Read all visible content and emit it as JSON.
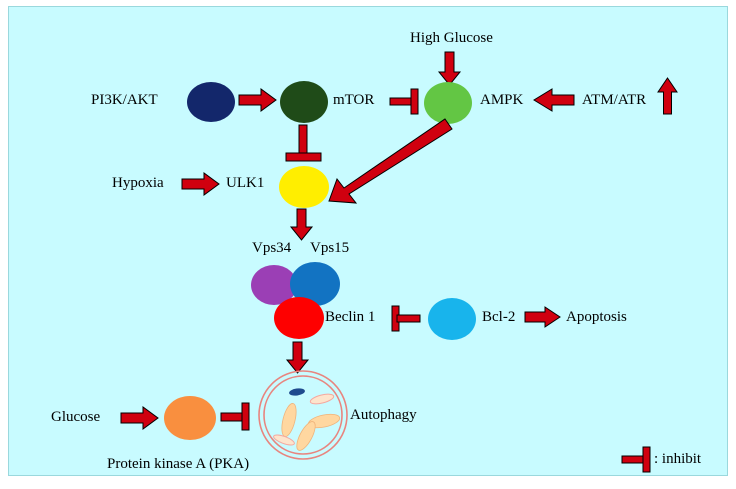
{
  "figure": {
    "background_color": "#c8fbff",
    "title": "",
    "legend": {
      "symbol_name": "inhibit-symbol",
      "text": ": inhibit"
    }
  },
  "nodes": [
    {
      "id": "pi3k_akt",
      "label": "PI3K/AKT",
      "shape": "none",
      "color": ""
    },
    {
      "id": "pi3k_node",
      "label": "",
      "shape": "ellipse",
      "color": "#13276b"
    },
    {
      "id": "mtor",
      "label": "mTOR",
      "shape": "ellipse",
      "color": "#1f4b18"
    },
    {
      "id": "high_glucose",
      "label": "High Glucose",
      "shape": "none",
      "color": ""
    },
    {
      "id": "ampk",
      "label": "AMPK",
      "shape": "ellipse",
      "color": "#63c644"
    },
    {
      "id": "atm_atr",
      "label": "ATM/ATR",
      "shape": "none",
      "color": ""
    },
    {
      "id": "hypoxia",
      "label": "Hypoxia",
      "shape": "none",
      "color": ""
    },
    {
      "id": "ulk1",
      "label": "ULK1",
      "shape": "ellipse",
      "color": "#ffee00"
    },
    {
      "id": "vps34",
      "label": "Vps34",
      "shape": "ellipse",
      "color": "#9b3fb5"
    },
    {
      "id": "vps15",
      "label": "Vps15",
      "shape": "ellipse",
      "color": "#1273c2"
    },
    {
      "id": "beclin1",
      "label": "Beclin 1",
      "shape": "ellipse",
      "color": "#fe0000"
    },
    {
      "id": "bcl2",
      "label": "Bcl-2",
      "shape": "ellipse",
      "color": "#18b4ec"
    },
    {
      "id": "apoptosis",
      "label": "Apoptosis",
      "shape": "none",
      "color": ""
    },
    {
      "id": "glucose",
      "label": "Glucose",
      "shape": "none",
      "color": ""
    },
    {
      "id": "pka",
      "label": "Protein kinase A (PKA)",
      "shape": "ellipse",
      "color": "#f98f3f"
    },
    {
      "id": "autophagy",
      "label": "Autophagy",
      "shape": "autophagosome",
      "color": "#e8857f"
    }
  ],
  "labels": {
    "pi3k_akt": "PI3K/AKT",
    "mtor": "mTOR",
    "high_glucose": "High Glucose",
    "ampk": "AMPK",
    "atm_atr": "ATM/ATR",
    "hypoxia": "Hypoxia",
    "ulk1": "ULK1",
    "vps34": "Vps34",
    "vps15": "Vps15",
    "beclin1": "Beclin 1",
    "bcl2": "Bcl-2",
    "apoptosis": "Apoptosis",
    "glucose": "Glucose",
    "pka": "Protein kinase A (PKA)",
    "autophagy": "Autophagy"
  },
  "edges": [
    {
      "id": "pi3k_to_mtor",
      "from": "pi3k_akt",
      "to": "mtor",
      "type": "activate",
      "direction": "right"
    },
    {
      "id": "highglucose_to_ampk",
      "from": "high_glucose",
      "to": "ampk",
      "type": "activate",
      "direction": "down"
    },
    {
      "id": "atmatr_to_ampk",
      "from": "atm_atr",
      "to": "ampk",
      "type": "activate",
      "direction": "left"
    },
    {
      "id": "atmatr_up",
      "from": "atm_atr",
      "to": "",
      "type": "increase",
      "direction": "up"
    },
    {
      "id": "mtor_to_ampk",
      "from": "mtor",
      "to": "ampk",
      "type": "inhibit",
      "direction": "right"
    },
    {
      "id": "mtor_to_ulk1",
      "from": "mtor",
      "to": "ulk1",
      "type": "inhibit",
      "direction": "down"
    },
    {
      "id": "ampk_to_ulk1",
      "from": "ampk",
      "to": "ulk1",
      "type": "activate",
      "direction": "diagonal-down-left"
    },
    {
      "id": "hypoxia_to_ulk1",
      "from": "hypoxia",
      "to": "ulk1",
      "type": "activate",
      "direction": "right"
    },
    {
      "id": "ulk1_to_complex",
      "from": "ulk1",
      "to": "beclin1",
      "type": "activate",
      "direction": "down"
    },
    {
      "id": "bcl2_to_beclin1",
      "from": "bcl2",
      "to": "beclin1",
      "type": "inhibit",
      "direction": "left"
    },
    {
      "id": "bcl2_to_apoptosis",
      "from": "bcl2",
      "to": "apoptosis",
      "type": "activate",
      "direction": "right"
    },
    {
      "id": "beclin1_to_autophagy",
      "from": "beclin1",
      "to": "autophagy",
      "type": "activate",
      "direction": "down"
    },
    {
      "id": "glucose_to_pka",
      "from": "glucose",
      "to": "pka",
      "type": "activate",
      "direction": "right"
    },
    {
      "id": "pka_to_autophagy",
      "from": "pka",
      "to": "autophagy",
      "type": "inhibit",
      "direction": "right"
    }
  ],
  "colors": {
    "arrow_red": "#d0000f",
    "arrow_outline": "#000000",
    "background": "#c8fbff",
    "panel_border": "#9ad8dd",
    "text": "#000000",
    "autophagosome_membrane": "#e8857f",
    "autophagosome_cargo_orange": "#ffd7a0",
    "autophagosome_cargo_blue": "#1f4b8e",
    "autophagosome_cargo_pink": "#f4a8a0"
  }
}
